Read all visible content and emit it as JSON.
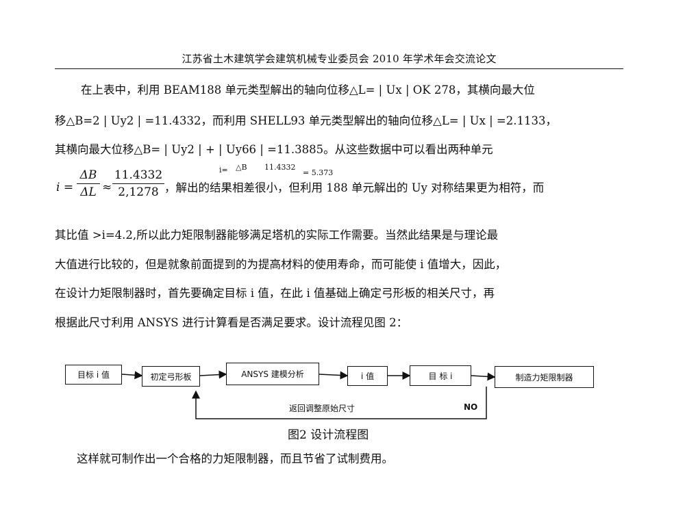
{
  "header": {
    "title": "江苏省土木建筑学会建筑机械专业委员会 2010 年学术年会交流论文"
  },
  "body": {
    "lines": [
      "在上表中，利用 BEAM188 单元类型解出的轴向位移△L= | Ux |  OK  278，其横向最大位",
      "移△B=2 | Uy2 | =11.4332，而利用 SHELL93 单元类型解出的轴向位移△L= | Ux | =2.1133，",
      "其横向最大位移△B= | Uy2 | + | Uy66 | =11.3885。从这些数据中可以看出两种单元"
    ],
    "formula": {
      "lhs": "i =",
      "frac1_num": "ΔB",
      "frac1_den": "ΔL",
      "approx": "≈",
      "frac2_num": "11.4332",
      "frac2_den": "2,1278",
      "overlay_i": "i=",
      "overlay_num": "△B",
      "overlay_num2": "11.4332",
      "overlay_result": "= 5.373",
      "tail": "，解出的结果相差很小，但利用 188 单元解出的 Uy 对称结果更为相符，而"
    },
    "lines2": [
      "其比值 >i=4.2,所以此力矩限制器能够满足塔机的实际工作需要。当然此结果是与理论最",
      "大值进行比较的，但是就象前面提到的为提高材料的使用寿命，而可能使 i 值增大，因此，",
      "在设计力矩限制器时，首先要确定目标 i 值，在此 i 值基础上确定弓形板的相关尺寸，再",
      "根据此尺寸利用 ANSYS 进行计算看是否满足要求。设计流程见图 2："
    ]
  },
  "flowchart": {
    "boxes": [
      "目标 i 值",
      "初定弓形板",
      "ANSYS 建模分析",
      "i 值",
      "目 标  i",
      "制造力矩限制器"
    ],
    "return_label": "返回调整原始尺寸",
    "no_label": "NO"
  },
  "caption": "图2    设计流程图",
  "final_line": "这样就可制作出一个合格的力矩限制器，而且节省了试制费用。"
}
